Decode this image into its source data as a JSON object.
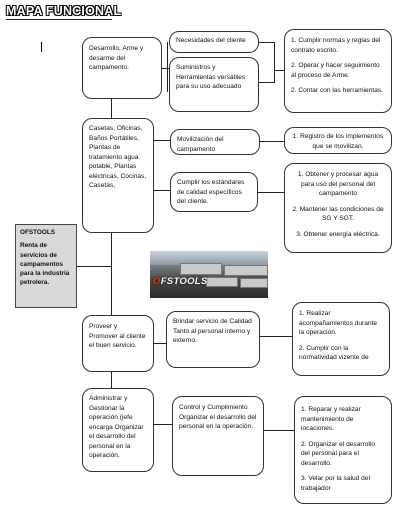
{
  "title": "MAPA FUNCIONAL",
  "org": {
    "name": "OFSTOOLS",
    "description": "Renta de servicios de campamentos para la industria petrolera."
  },
  "photo_logo": "OFSTOOLS",
  "rows": [
    {
      "main": "Desarrollo, Arme y desarme del campamento.",
      "mids": [
        "Necesidades del cliente",
        "Suministros y Herramientas versátiles para su uso adecuado"
      ],
      "rights": [
        "1. Cumplir normas y reglas del contrato escrito.",
        "2. Operar y hacer seguimiento al proceso de Arme.",
        "2. Contar con las herramientas."
      ]
    },
    {
      "main": "Casetas, Oficinas, Baños Portátiles, Plantas de tratamiento agua potable, Plantas eléctricas, Cocinas, Casetas,",
      "mids": [
        "Movilización del campamento",
        "Cumplir los estándares de calidad específicos del cliente."
      ],
      "rights_a": [
        "1. Registro de los implementos que se movilizan."
      ],
      "rights_b": [
        "1. Obtener y procesar agua para uso del personal del campamento",
        "2. Mantener las condiciones de SG Y SGT.",
        "3. Obtener energía eléctrica."
      ]
    },
    {
      "main": "Proveer y Promover al cliente el buen servicio.",
      "mid": "Brindar servicio de Calidad Tanto al personal interno y externo.",
      "rights": [
        "1. Realizar acompañamientos durante la operación.",
        "2. Cumplir con la normatividad vizente de"
      ]
    },
    {
      "main": "Administrar y Gestionar la operación (jefe encarga Organizar el desarrollo del personal en la operación.",
      "mid": "Control y Cumplimiento Organizar el desarrollo del personal en la operación.",
      "rights": [
        "1. Reparar y realizar mantenimiento de locaciones.",
        "2. Organizar el desarrollo del personal  para el desarrollo.",
        "3. Velar por la salud del trabajador"
      ]
    }
  ]
}
